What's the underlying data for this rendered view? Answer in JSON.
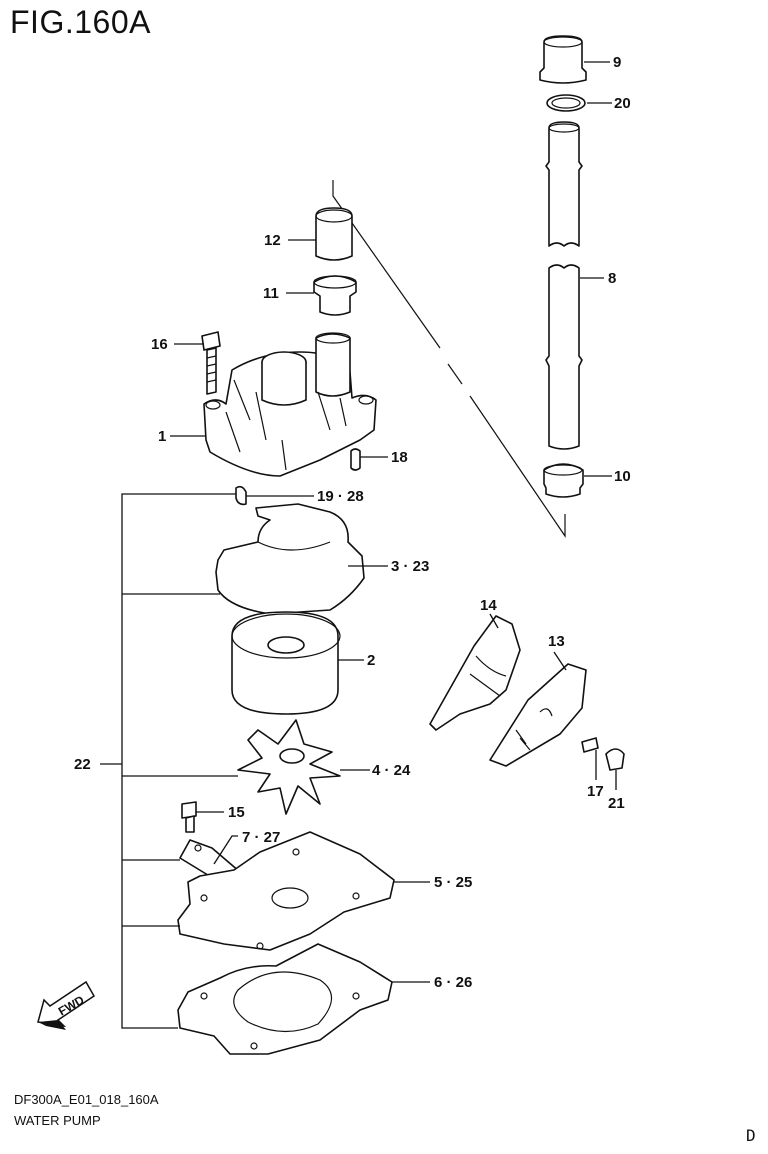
{
  "figure": {
    "title": "FIG.160A",
    "code": "DF300A_E01_018_160A",
    "name": "WATER PUMP",
    "corner_mark": "D",
    "fwd_label": "FWD"
  },
  "callouts": {
    "c9": "9",
    "c20": "20",
    "c8": "8",
    "c10": "10",
    "c12": "12",
    "c11": "11",
    "c16": "16",
    "c1": "1",
    "c18": "18",
    "c19_28": "19 · 28",
    "c3_23": "3 · 23",
    "c2": "2",
    "c22": "22",
    "c4_24": "4 · 24",
    "c15": "15",
    "c7_27": "7 · 27",
    "c5_25": "5 · 25",
    "c6_26": "6 · 26",
    "c14": "14",
    "c13": "13",
    "c17": "17",
    "c21": "21"
  }
}
